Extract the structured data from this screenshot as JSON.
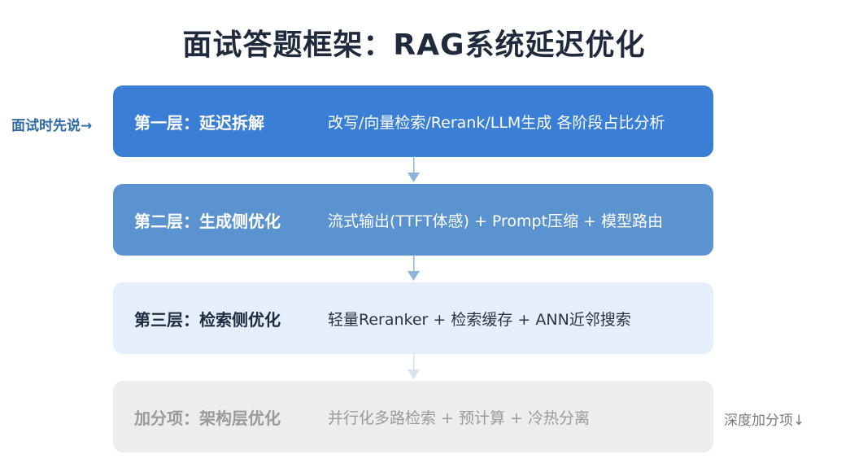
{
  "title": "面试答题框架：RAG系统延迟优化",
  "layers": [
    {
      "name": "第一层：延迟拆解",
      "desc": "改写/向量检索/Rerank/LLM生成 各阶段占比分析",
      "bg": "#3a7fd5"
    },
    {
      "name": "第二层：生成侧优化",
      "desc": "流式输出(TTFT体感) + Prompt压缩 + 模型路由",
      "bg": "#5a93d0"
    },
    {
      "name": "第三层：检索侧优化",
      "desc": "轻量Reranker + 检索缓存 + ANN近邻搜索",
      "bg": "#e5effb"
    },
    {
      "name": "加分项：架构层优化",
      "desc": "并行化多路检索 + 预计算 + 冷热分离",
      "bg": "#ededed"
    }
  ],
  "side_notes": {
    "left": "面试时先说→",
    "right": "深度加分项↓"
  },
  "colors": {
    "title": "#1f2a3d",
    "note_left": "#2f6aa8",
    "arrow_strong": "#8fb3dd",
    "arrow_faint": "#d6e2f0"
  }
}
